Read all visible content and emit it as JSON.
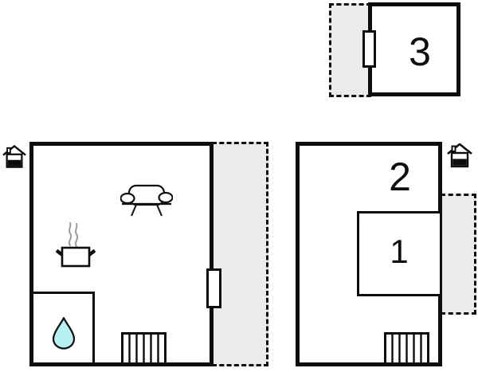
{
  "colors": {
    "wall": "#0d0d0d",
    "terrace_fill": "#ebebeb",
    "water_drop": "#b9f0f2",
    "steam": "#9a9a9a",
    "background": "#ffffff"
  },
  "floorplan": {
    "type": "holiday-home floor plan",
    "rooms": [
      {
        "id": "room1",
        "label": "1"
      },
      {
        "id": "room2",
        "label": "2"
      },
      {
        "id": "room3",
        "label": "3"
      }
    ],
    "icons": [
      {
        "name": "entrance-house-icon",
        "meaning": "entrance",
        "count": 2
      },
      {
        "name": "sofa-icon",
        "meaning": "living room"
      },
      {
        "name": "cooking-pot-icon",
        "meaning": "kitchen"
      },
      {
        "name": "water-drop-icon",
        "meaning": "bathroom"
      },
      {
        "name": "radiator-icon",
        "meaning": "heating",
        "count": 2
      },
      {
        "name": "door-marker",
        "meaning": "door/window opening",
        "count": 2
      }
    ]
  }
}
